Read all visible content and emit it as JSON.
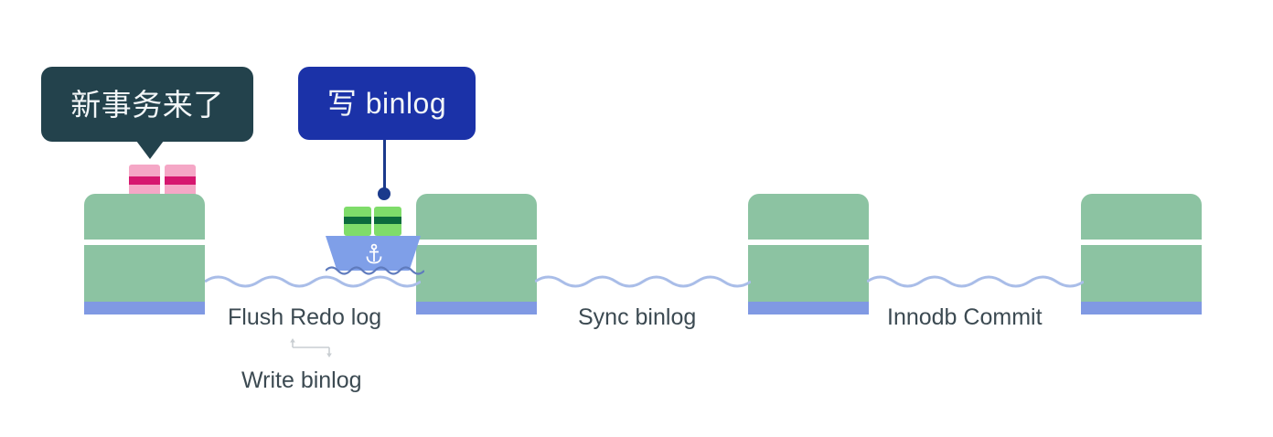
{
  "diagram": {
    "title_bubbles": [
      {
        "id": "new-transaction",
        "text": "新事务来了",
        "color": "#23424c",
        "text_color": "#f2f6f8"
      },
      {
        "id": "write-binlog",
        "text": "写 binlog",
        "color": "#1b32a8",
        "text_color": "#f2f6f8"
      }
    ],
    "stages": [
      {
        "id": "flush-redo-log",
        "label": "Flush Redo log"
      },
      {
        "id": "sync-binlog",
        "label": "Sync binlog"
      },
      {
        "id": "innodb-commit",
        "label": "Innodb Commit"
      }
    ],
    "sub_label": {
      "id": "write-binlog-step",
      "label": "Write binlog"
    },
    "docks": [
      {
        "id": "dock-1"
      },
      {
        "id": "dock-2"
      },
      {
        "id": "dock-3"
      },
      {
        "id": "dock-4"
      }
    ],
    "cargo": {
      "pink_containers": 2,
      "green_containers": 2
    },
    "icons": {
      "anchor": "anchor-icon",
      "boat": "boat-icon"
    },
    "colors": {
      "dock_green": "#8cc3a2",
      "dock_base_blue": "#8099e3",
      "boat_hull": "#7f9fe8",
      "water": "#a9bde8",
      "pink_container": "#f5a7c6",
      "pink_stripe": "#d6176f",
      "green_container": "#7fdc6a",
      "green_stripe": "#0c6b3c",
      "label_text": "#3c4a52",
      "background": "#ffffff"
    }
  }
}
